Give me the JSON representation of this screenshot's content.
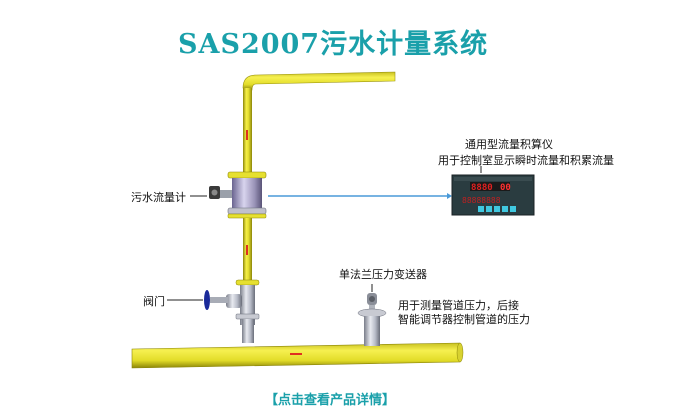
{
  "title": "SAS2007污水计量系统",
  "labels": {
    "totalizer_name": "通用型流量积算仪",
    "totalizer_desc": "用于控制室显示瞬时流量和积累流量",
    "flowmeter": "污水流量计",
    "valve": "阀门",
    "pressure_transmitter": "单法兰压力变送器",
    "pressure_desc_line1": "用于测量管道压力，后接",
    "pressure_desc_line2": "智能调节器控制管道的压力"
  },
  "footer": {
    "link_label": "【点击查看产品详情】"
  },
  "colors": {
    "title": "#1aa0aa",
    "pipe": "#e6e030",
    "pipe_dark": "#a8a010",
    "signal_line": "#4a9ad8",
    "valve_handwheel": "#1a2a9a",
    "steel": "#b8bcc8",
    "display_body": "#2a3c40",
    "display_digits": "#e02020",
    "display_buttons": "#40c8e0"
  }
}
